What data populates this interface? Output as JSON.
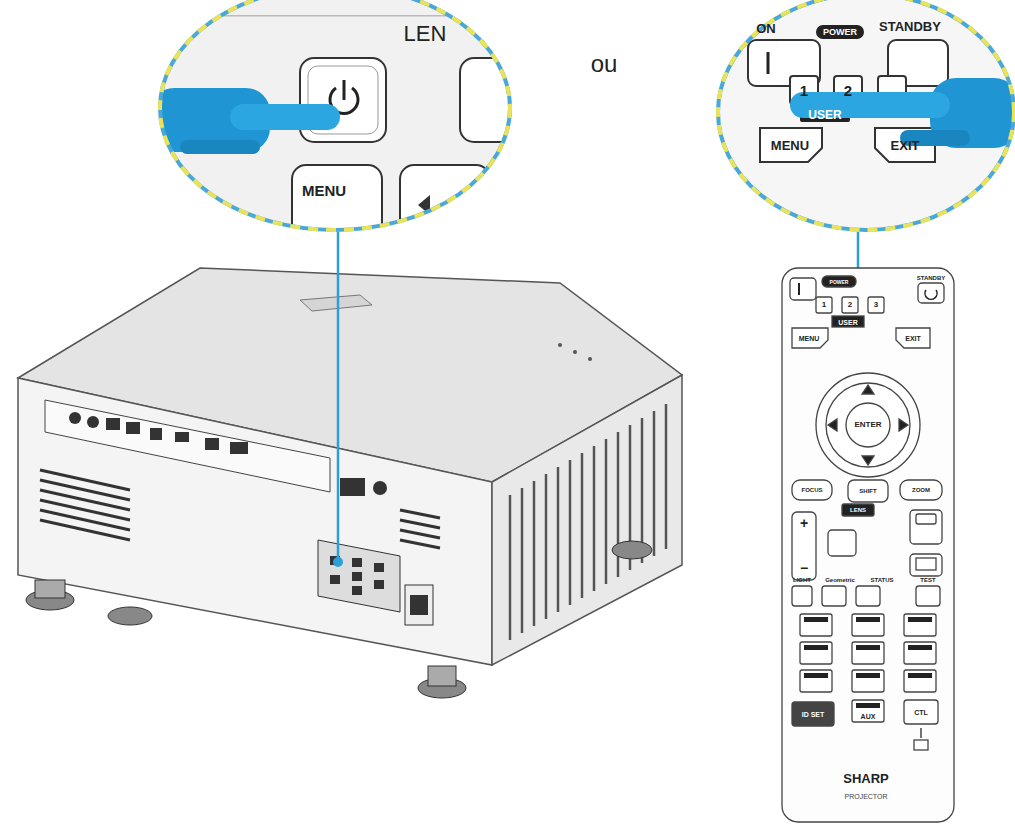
{
  "diagram": {
    "labels": [
      "LEN",
      "MENU",
      "ou",
      "ON",
      "POWER",
      "STANDBY",
      "1",
      "2",
      "USER",
      "MENU",
      "EXIT",
      "POWER",
      "STANDBY",
      "1",
      "2",
      "3",
      "USER",
      "MENU",
      "EXIT",
      "ENTER",
      "FOCUS",
      "SHIFT",
      "ZOOM",
      "LENS",
      "+",
      "−",
      "LIGHT",
      "Geometric",
      "STATUS",
      "TEST",
      "ID SET",
      "AUX",
      "CTL",
      "SHARP",
      "PROJECTOR"
    ]
  }
}
